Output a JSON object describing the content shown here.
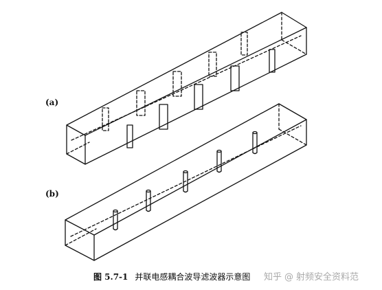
{
  "labels": {
    "a": "(a)",
    "b": "(b)"
  },
  "caption": {
    "number": "图 5.7-1",
    "text": "并联电感耦合波导滤波器示意图"
  },
  "watermark": {
    "brand": "知乎",
    "at": "@",
    "author": "射频安全资料范"
  },
  "colors": {
    "stroke": "#111111",
    "background": "#ffffff"
  }
}
